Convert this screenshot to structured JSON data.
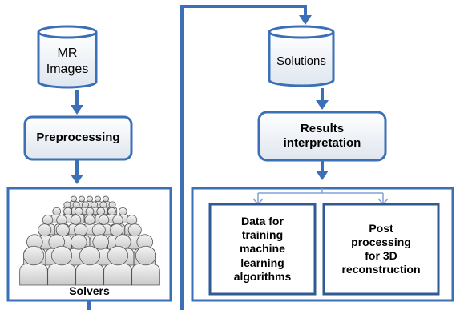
{
  "nodes": {
    "mr_images": "MR Images",
    "preprocessing": "Preprocessing",
    "solvers": "Solvers",
    "solutions": "Solutions",
    "results_interpretation": "Results\ninterpretation",
    "data_for_training": "Data for\ntraining\nmachine\nlearning\nalgorithms",
    "post_processing": "Post\nprocessing\nfor 3D\nreconstruction"
  },
  "colors": {
    "stroke": "#3b6fb6",
    "node_fill_top": "#ffffff",
    "node_fill_bottom": "#dfe6ef",
    "person_fill": "#e6e6e6",
    "person_stroke": "#555555"
  }
}
